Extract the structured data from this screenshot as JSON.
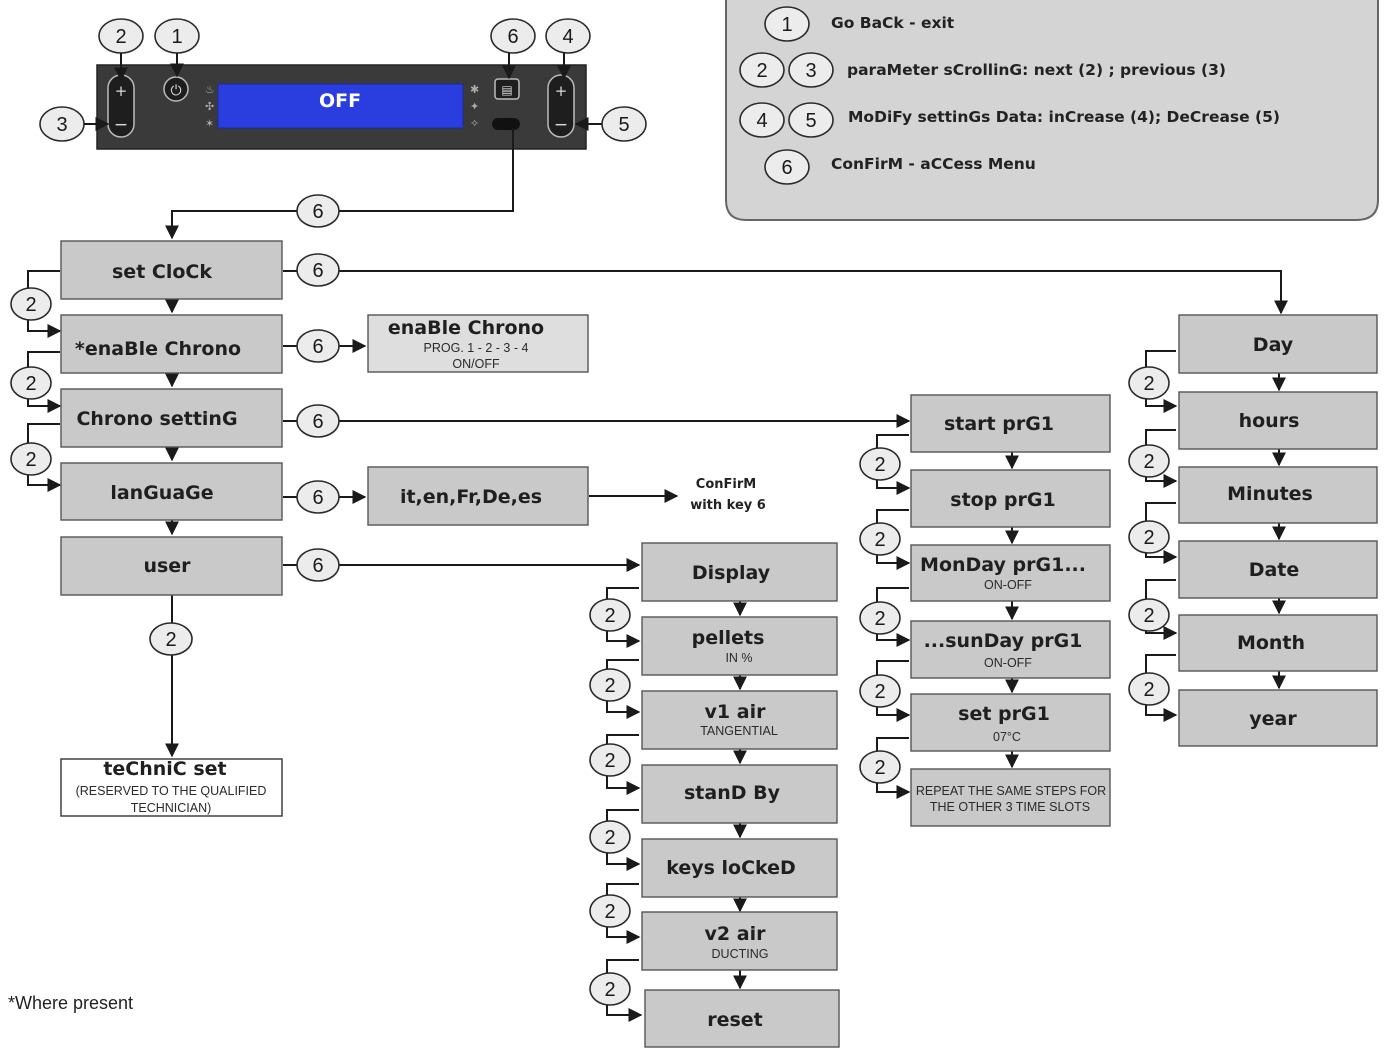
{
  "legend": {
    "rows": [
      {
        "keys": [
          "1"
        ],
        "text": "Go BaCk - exit"
      },
      {
        "keys": [
          "2",
          "3"
        ],
        "text": "paraMeter sCrollinG: next (2) ; previous (3)"
      },
      {
        "keys": [
          "4",
          "5"
        ],
        "text": "MoDiFy settinGs Data: inCrease (4); DeCrease (5)"
      },
      {
        "keys": [
          "6"
        ],
        "text": "ConFirM - aCCess Menu"
      }
    ]
  },
  "panel": {
    "display_text": "OFF",
    "callouts": {
      "power": "1",
      "plus_left": "2",
      "minus_left": "3",
      "plus_right": "4",
      "minus_right": "5",
      "menu": "6"
    }
  },
  "keys": {
    "scroll": "2",
    "confirm": "6"
  },
  "main_menu": [
    {
      "label": "set CloCk"
    },
    {
      "label": "*enaBle Chrono"
    },
    {
      "label": "Chrono settinG"
    },
    {
      "label": "lanGuaGe"
    },
    {
      "label": "user"
    }
  ],
  "enable_chrono_box": {
    "title": "enaBle Chrono",
    "line1": "PROG. 1 - 2 - 3 - 4",
    "line2": "ON/OFF"
  },
  "language_box": {
    "label": "it,en,Fr,De,es",
    "confirm_line1": "ConFirM",
    "confirm_line2": "with key 6"
  },
  "technic_box": {
    "title": "teChniC set",
    "line1": "(RESERVED TO THE QUALIFIED",
    "line2": "TECHNICIAN)"
  },
  "user_menu": [
    {
      "label": "Display",
      "sub": ""
    },
    {
      "label": "pellets",
      "sub": "IN %"
    },
    {
      "label": "v1 air",
      "sub": "TANGENTIAL"
    },
    {
      "label": "stanD By",
      "sub": ""
    },
    {
      "label": "keys loCkeD",
      "sub": ""
    },
    {
      "label": "v2 air",
      "sub": "DUCTING"
    },
    {
      "label": "reset",
      "sub": ""
    }
  ],
  "chrono_menu": [
    {
      "label": "start prG1",
      "sub": ""
    },
    {
      "label": "stop prG1",
      "sub": ""
    },
    {
      "label": "MonDay prG1...",
      "sub": "ON-OFF"
    },
    {
      "label": "...sunDay prG1",
      "sub": "ON-OFF"
    },
    {
      "label": "set prG1",
      "sub": "07°C"
    }
  ],
  "chrono_repeat": {
    "line1": "REPEAT THE SAME STEPS FOR",
    "line2": "THE OTHER 3 TIME SLOTS"
  },
  "clock_menu": [
    {
      "label": "Day"
    },
    {
      "label": "hours"
    },
    {
      "label": "Minutes"
    },
    {
      "label": "Date"
    },
    {
      "label": "Month"
    },
    {
      "label": "year"
    }
  ],
  "footnote": "*Where present"
}
